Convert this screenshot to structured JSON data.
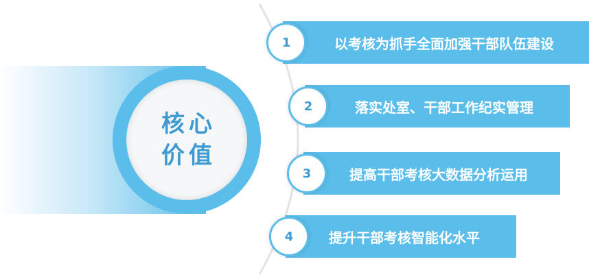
{
  "hub": {
    "line1": "核心",
    "line2": "价值"
  },
  "items": [
    {
      "number": "1",
      "text": "以考核为抓手全面加强干部队伍建设"
    },
    {
      "number": "2",
      "text": "落实处室、干部工作纪实管理"
    },
    {
      "number": "3",
      "text": "提高干部考核大数据分析运用"
    },
    {
      "number": "4",
      "text": "提升干部考核智能化水平"
    }
  ],
  "colors": {
    "accent": "#5bbde9",
    "accent_text": "#3e9bd1",
    "hub_core": "#f6f7f8",
    "arc": "#e3e3e3"
  }
}
